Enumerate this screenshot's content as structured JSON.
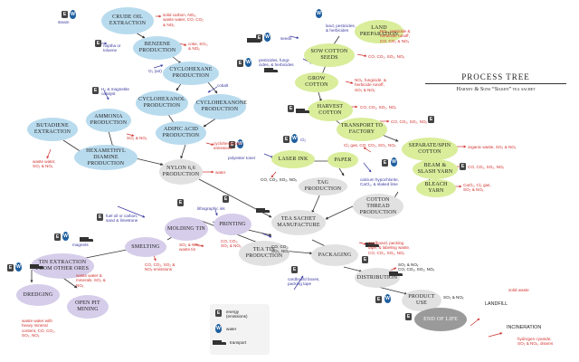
{
  "title": "PROCESS TREE",
  "subtitle": "Harney & Sons “Silken” tea sachet",
  "legend": {
    "energy": "energy\n(emissions)",
    "water": "water",
    "transport": "transport"
  },
  "nodes": {
    "crude_oil": "Crude Oil Extraction",
    "benzene": "Benzene Production",
    "cyclohexane": "Cyclohexane Production",
    "cyclohexanol": "Cyclohexanol Production",
    "cyclohexanone": "Cyclohexanone Production",
    "adipic": "Adipic Acid Production",
    "butadiene": "Butadiene Extraction",
    "ammonia": "Ammonia Production",
    "hexamethyl": "Hexamethyl Diamine Production",
    "nylon": "Nylon 6,6 Production",
    "land": "Land Preparation",
    "sow": "Sow Cotton Seeds",
    "grow": "Grow Cotton",
    "harvest": "Harvest Cotton",
    "transport_factory": "Transport to Factory",
    "separate": "Separate/Spin Cotton",
    "beam": "Beam & Slash Yarn",
    "bleach": "Bleach Yarn",
    "cotton_thread": "Cotton Thread Production",
    "laser": "Laser Ink",
    "paper": "Paper",
    "tag": "Tag Production",
    "sachet": "Tea Sachet Manufacture",
    "tin_prod": "Tea Tin Production",
    "packaging": "Packaging",
    "distribution": "Distribution",
    "product_use": "Product Use",
    "end_of_life": "End of Life",
    "molding": "Molding Tin",
    "printing": "Printing",
    "smelting": "Smelting",
    "tin_extraction": "Tin Extraction from Other Ores",
    "dredging": "Dredging",
    "open_pit": "Open Pit Mining"
  },
  "inputs": {
    "steam": "steam",
    "naptha": "naptha or\ntoluene",
    "o2_air": "O₂ (air)",
    "cobalt": "cobalt",
    "h2": "H₂ & magnetite\ncatalyst",
    "seeds": "seeds",
    "land_pest": "land, pesticides,\n& herbicides",
    "pest_fung": "pesticides, fungi-\ncides, & herbicides",
    "polyester": "polyester toner",
    "cl2": "Cl₂",
    "calcium": "calcium hypochlorite,\nCaCl₂, & slaked lime",
    "litho": "lithographic ink",
    "fuel": "fuel oil or carbon,\nsand & limestone",
    "magnets": "magnets",
    "cardboard": "cardboard boxes,\npacking tape",
    "landfill": "LANDFILL",
    "incineration": "INCINERATION"
  },
  "outputs": {
    "crude": "solid carbon, NOₓ,\nwaste water, CO, CO₂\n& NOₓ",
    "benzene": "coke, SO₂,\n& NOₓ",
    "adipic": "cyclohexanone\nemissions",
    "butadiene": "waste water,\nSO₂ & NOₓ",
    "ammonia": "SO₂ & NOₓ",
    "nylon": "water",
    "land": "NOₓ, pesticide &\nherbicide runoff,\nCO, CO₂ & NOₓ",
    "sow": "CO, CO₂, SO₂, NOₓ",
    "grow": "NOₓ, fungicide, &\nherbicide runoff,\nSO₂ & NOₓ",
    "harvest": "CO, CO₂, SO₂, NOₓ",
    "transport": "CO, CO₂, SO₂, NOₓ",
    "separate": "organic waste, SO₂ & NOₓ",
    "beam": "CO, CO₂, SO₂, NOₓ",
    "bleach": "CaCl₂, Cl₂ gas,\nSO₂ & NOₓ",
    "paper_gas": "Cl₂ gas, CO, CO₂, SO₂, NOₓ",
    "laser": "CO, CO₂, SO₂, NOₓ",
    "packaging": "cardboard, packing\ntape, & labeling waste,\nCO, CO₂, SO₂, NOₓ",
    "distribution": "SO₂ & NOₓ\nCO, CO₂, SO₂, NOₓ",
    "product_use": "SO₂ & NOₓ",
    "landfill": "solid waste",
    "incineration": "hydrogen cyanide,\nSO₂ & NOₓ, dioxins",
    "molding": "SO₂ & NOₓ\nwaste tin",
    "printing": "CO, CO₂,\nSO₂ & NOₓ",
    "smelting": "CO, CO₂, SO₂ &\nNOₓ emissions",
    "tin_extraction": "waste water &\nminerals, SO₂ &\nNOₓ",
    "dredging": "waste water with\nheavy mineral\ncontent, CO, CO₂,\nSO₂, NOₓ",
    "tin_gas": "CO, CO₂,\nSO₂, NOₓ"
  },
  "icons": {
    "energy": "E",
    "water": "W"
  }
}
